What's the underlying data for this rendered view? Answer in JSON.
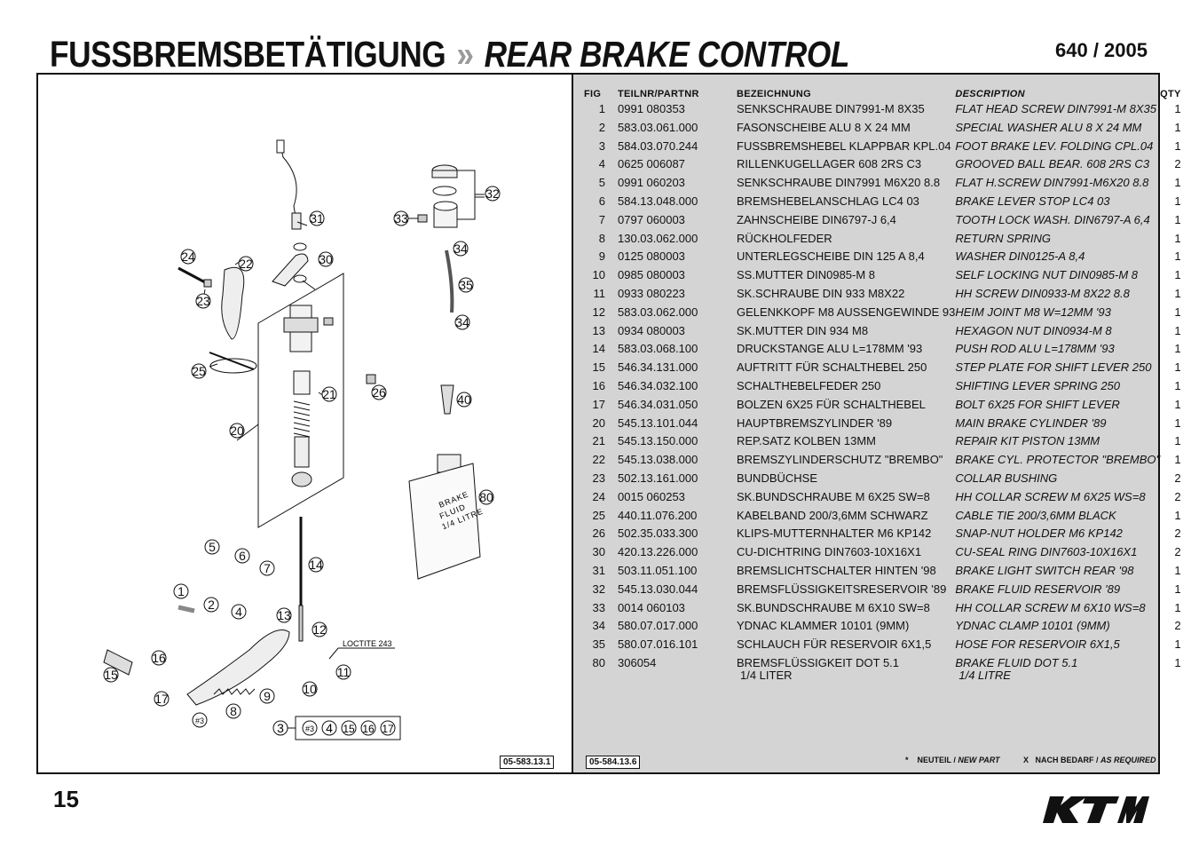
{
  "header": {
    "title_de": "FUSSBREMSBETÄTIGUNG",
    "separator": "»",
    "title_en": "REAR BRAKE CONTROL",
    "model": "640 / 2005"
  },
  "table": {
    "headers": {
      "fig": "FIG",
      "part": "TEILNR/PARTNR",
      "de": "BEZEICHNUNG",
      "en": "DESCRIPTION",
      "qty": "QTY"
    },
    "rows": [
      {
        "fig": "1",
        "part": "0991 080353",
        "de": "SENKSCHRAUBE DIN7991-M 8X35",
        "en": "FLAT HEAD SCREW DIN7991-M 8X35",
        "qty": "1"
      },
      {
        "fig": "2",
        "part": "583.03.061.000",
        "de": "FASONSCHEIBE ALU 8 X 24 MM",
        "en": "SPECIAL WASHER ALU 8 X 24 MM",
        "qty": "1"
      },
      {
        "fig": "3",
        "part": "584.03.070.244",
        "de": "FUSSBREMSHEBEL KLAPPBAR KPL.04",
        "en": "FOOT BRAKE LEV. FOLDING CPL.04",
        "qty": "1"
      },
      {
        "fig": "4",
        "part": "0625 006087",
        "de": "RILLENKUGELLAGER   608 2RS C3",
        "en": "GROOVED BALL BEAR. 608 2RS C3",
        "qty": "2"
      },
      {
        "fig": "5",
        "part": "0991 060203",
        "de": "SENKSCHRAUBE DIN7991 M6X20 8.8",
        "en": "FLAT H.SCREW DIN7991-M6X20 8.8",
        "qty": "1"
      },
      {
        "fig": "6",
        "part": "584.13.048.000",
        "de": "BREMSHEBELANSCHLAG LC4      03",
        "en": "BRAKE LEVER STOP LC4        03",
        "qty": "1"
      },
      {
        "fig": "7",
        "part": "0797 060003",
        "de": "ZAHNSCHEIBE DIN6797-J 6,4",
        "en": "TOOTH LOCK WASH. DIN6797-A 6,4",
        "qty": "1"
      },
      {
        "fig": "8",
        "part": "130.03.062.000",
        "de": "RÜCKHOLFEDER",
        "en": "RETURN SPRING",
        "qty": "1"
      },
      {
        "fig": "9",
        "part": "0125 080003",
        "de": "UNTERLEGSCHEIBE DIN 125 A 8,4",
        "en": "WASHER DIN0125-A 8,4",
        "qty": "1"
      },
      {
        "fig": "10",
        "part": "0985 080003",
        "de": "SS.MUTTER DIN0985-M 8",
        "en": "SELF LOCKING NUT DIN0985-M 8",
        "qty": "1"
      },
      {
        "fig": "11",
        "part": "0933 080223",
        "de": "SK.SCHRAUBE DIN 933 M8X22",
        "en": "HH SCREW DIN0933-M 8X22 8.8",
        "qty": "1"
      },
      {
        "fig": "12",
        "part": "583.03.062.000",
        "de": "GELENKKOPF M8 AUSSENGEWINDE 93",
        "en": "HEIM JOINT M8 W=12MM       '93",
        "qty": "1"
      },
      {
        "fig": "13",
        "part": "0934 080003",
        "de": "SK.MUTTER DIN 934 M8",
        "en": "HEXAGON NUT DIN0934-M 8",
        "qty": "1"
      },
      {
        "fig": "14",
        "part": "583.03.068.100",
        "de": "DRUCKSTANGE ALU L=178MM '93",
        "en": "PUSH ROD ALU L=178MM '93",
        "qty": "1"
      },
      {
        "fig": "15",
        "part": "546.34.131.000",
        "de": "AUFTRITT FÜR SCHALTHEBEL 250",
        "en": "STEP PLATE FOR SHIFT LEVER 250",
        "qty": "1"
      },
      {
        "fig": "16",
        "part": "546.34.032.100",
        "de": "SCHALTHEBELFEDER 250",
        "en": "SHIFTING LEVER SPRING 250",
        "qty": "1"
      },
      {
        "fig": "17",
        "part": "546.34.031.050",
        "de": "BOLZEN 6X25 FÜR SCHALTHEBEL",
        "en": "BOLT 6X25 FOR SHIFT LEVER",
        "qty": "1"
      },
      {
        "fig": "20",
        "part": "545.13.101.044",
        "de": "HAUPTBREMSZYLINDER       '89",
        "en": "MAIN BRAKE CYLINDER        '89",
        "qty": "1"
      },
      {
        "fig": "21",
        "part": "545.13.150.000",
        "de": "REP.SATZ KOLBEN 13MM",
        "en": "REPAIR KIT PISTON 13MM",
        "qty": "1"
      },
      {
        "fig": "22",
        "part": "545.13.038.000",
        "de": "BREMSZYLINDERSCHUTZ \"BREMBO\"",
        "en": "BRAKE CYL. PROTECTOR \"BREMBO\"",
        "qty": "1"
      },
      {
        "fig": "23",
        "part": "502.13.161.000",
        "de": "BUNDBÜCHSE",
        "en": "COLLAR BUSHING",
        "qty": "2"
      },
      {
        "fig": "24",
        "part": "0015 060253",
        "de": "SK.BUNDSCHRAUBE M 6X25    SW=8",
        "en": "HH COLLAR SCREW M 6X25    WS=8",
        "qty": "2"
      },
      {
        "fig": "25",
        "part": "440.11.076.200",
        "de": "KABELBAND 200/3,6MM SCHWARZ",
        "en": "CABLE TIE 200/3,6MM BLACK",
        "qty": "1"
      },
      {
        "fig": "26",
        "part": "502.35.033.300",
        "de": "KLIPS-MUTTERNHALTER M6 KP142",
        "en": "SNAP-NUT HOLDER M6 KP142",
        "qty": "2"
      },
      {
        "fig": "30",
        "part": "420.13.226.000",
        "de": "CU-DICHTRING DIN7603-10X16X1",
        "en": "CU-SEAL RING DIN7603-10X16X1",
        "qty": "2"
      },
      {
        "fig": "31",
        "part": "503.11.051.100",
        "de": "BREMSLICHTSCHALTER HINTEN  '98",
        "en": "BRAKE LIGHT SWITCH REAR    '98",
        "qty": "1"
      },
      {
        "fig": "32",
        "part": "545.13.030.044",
        "de": "BREMSFLÜSSIGKEITSRESERVOIR '89",
        "en": "BRAKE FLUID RESERVOIR      '89",
        "qty": "1"
      },
      {
        "fig": "33",
        "part": "0014 060103",
        "de": "SK.BUNDSCHRAUBE M 6X10    SW=8",
        "en": "HH COLLAR SCREW M 6X10    WS=8",
        "qty": "1"
      },
      {
        "fig": "34",
        "part": "580.07.017.000",
        "de": "YDNAC KLAMMER 10101 (9MM)",
        "en": "YDNAC CLAMP 10101 (9MM)",
        "qty": "2"
      },
      {
        "fig": "35",
        "part": "580.07.016.101",
        "de": "SCHLAUCH FÜR RESERVOIR 6X1,5",
        "en": "HOSE FOR RESERVOIR 6X1,5",
        "qty": "1"
      },
      {
        "fig": "80",
        "part": "306054",
        "de": "BREMSFLÜSSIGKEIT DOT 5.1",
        "de_sub": "1/4 LITER",
        "en": "BRAKE FLUID DOT 5.1",
        "en_sub": "1/4 LITRE",
        "qty": "1"
      }
    ]
  },
  "diagram": {
    "ref_code": "05-583.13.1",
    "loctite_label": "LOCTITE 243",
    "bottle_text": [
      "BRAKE",
      "FLUID",
      "1/4 LITRE"
    ],
    "callouts": [
      "1",
      "2",
      "3",
      "4",
      "5",
      "6",
      "7",
      "8",
      "9",
      "10",
      "11",
      "12",
      "13",
      "14",
      "15",
      "16",
      "17",
      "20",
      "21",
      "22",
      "23",
      "24",
      "25",
      "26",
      "30",
      "31",
      "32",
      "33",
      "34",
      "35",
      "40",
      "80",
      "#3"
    ],
    "assembly_group": [
      "#3",
      "4",
      "15",
      "16",
      "17"
    ]
  },
  "footer": {
    "table_ref": "05-584.13.6",
    "legend_new_mark": "*",
    "legend_new_de": "NEUTEIL /",
    "legend_new_en": "NEW PART",
    "legend_req_mark": "X",
    "legend_req_de": "NACH BEDARF /",
    "legend_req_en": "AS REQUIRED",
    "page_number": "15",
    "brand": "KTM"
  }
}
